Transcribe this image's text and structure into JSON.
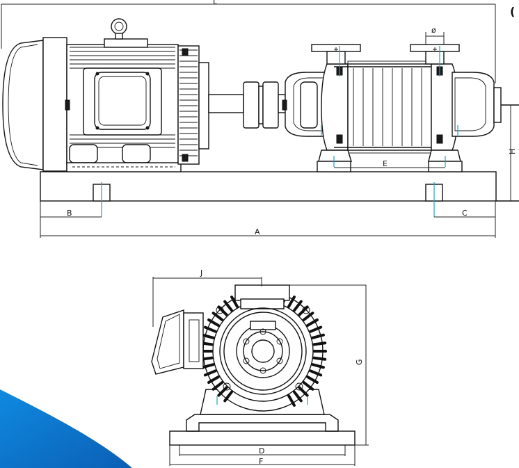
{
  "labels": {
    "L": "L",
    "paren": "(",
    "phi": "ø",
    "H": "H",
    "E": "E",
    "A": "A",
    "B": "B",
    "C": "C",
    "J": "J",
    "G": "G",
    "D": "D",
    "F": "F"
  },
  "colors": {
    "line": "#111111",
    "centerline": "#19a4c8",
    "accent": "#0b6bc4"
  }
}
